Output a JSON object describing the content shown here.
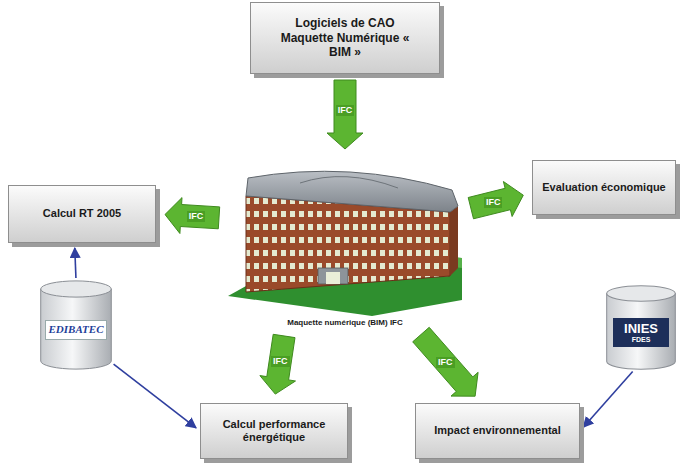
{
  "diagram": {
    "nodes": [
      {
        "text": [
          "Logiciels de CAO Maquette Numérique « BIM »"
        ]
      },
      {
        "text": [
          "Calcul RT 2005"
        ]
      },
      {
        "text": [
          "Evaluation économique"
        ]
      },
      {
        "text": [
          "Maquette numérique (BIM) IFC"
        ]
      },
      {
        "text": [
          "EDIBATEC"
        ]
      },
      {
        "text": [
          "INIES",
          "FDES"
        ]
      },
      {
        "text": [
          "Calcul performance énergétique"
        ]
      },
      {
        "text": [
          "Impact environnemental"
        ]
      }
    ],
    "edges": [
      {
        "from": 0,
        "to": 3,
        "label": "IFC",
        "arrow": "to"
      },
      {
        "from": 3,
        "to": 1,
        "label": "IFC",
        "arrow": "to"
      },
      {
        "from": 3,
        "to": 2,
        "label": "IFC",
        "arrow": "to"
      },
      {
        "from": 3,
        "to": 6,
        "label": "IFC",
        "arrow": "to"
      },
      {
        "from": 3,
        "to": 7,
        "label": "IFC",
        "arrow": "to"
      },
      {
        "from": 4,
        "to": 1,
        "arrow": "to"
      },
      {
        "from": 4,
        "to": 6,
        "arrow": "to"
      },
      {
        "from": 5,
        "to": 7,
        "arrow": "to"
      }
    ]
  }
}
